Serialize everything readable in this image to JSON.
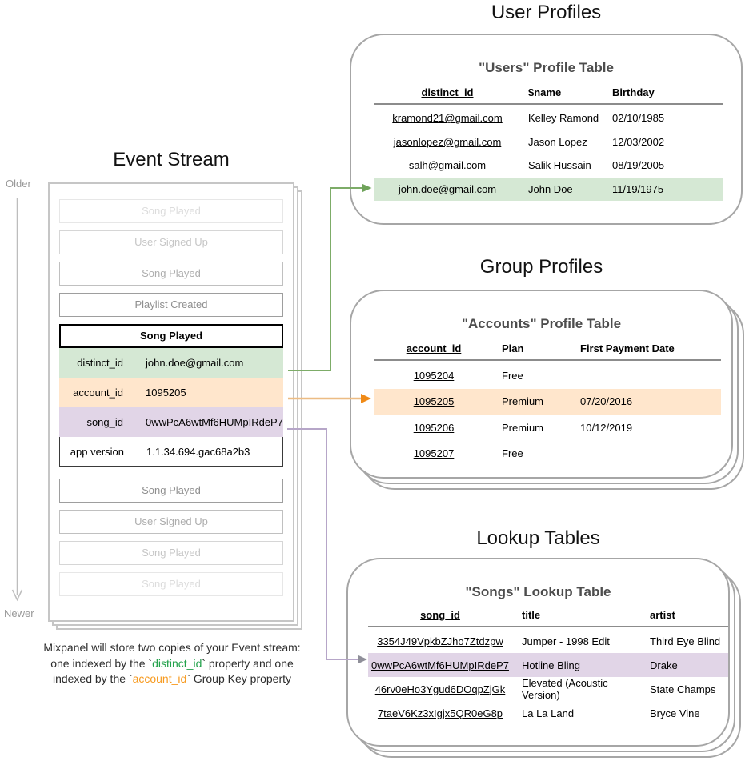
{
  "titles": {
    "event_stream": "Event Stream",
    "user_profiles": "User Profiles",
    "group_profiles": "Group Profiles",
    "lookup_tables": "Lookup Tables"
  },
  "timeline": {
    "older": "Older",
    "newer": "Newer"
  },
  "event_stream": {
    "events_before": [
      "Song Played",
      "User Signed Up",
      "Song Played",
      "Playlist Created"
    ],
    "selected_event": {
      "title": "Song Played",
      "properties": [
        {
          "key": "distinct_id",
          "value": "john.doe@gmail.com",
          "highlight": "green"
        },
        {
          "key": "account_id",
          "value": "1095205",
          "highlight": "orange"
        },
        {
          "key": "song_id",
          "value": "0wwPcA6wtMf6HUMpIRdeP7",
          "highlight": "purple"
        },
        {
          "key": "app version",
          "value": "1.1.34.694.gac68a2b3",
          "highlight": "none"
        }
      ]
    },
    "events_after": [
      "Song Played",
      "User Signed Up",
      "Song Played",
      "Song Played"
    ]
  },
  "user_profiles": {
    "table_title": "\"Users\" Profile Table",
    "columns": [
      "distinct_id",
      "$name",
      "Birthday"
    ],
    "rows": [
      [
        "kramond21@gmail.com",
        "Kelley Ramond",
        "02/10/1985"
      ],
      [
        "jasonlopez@gmail.com",
        "Jason Lopez",
        "12/03/2002"
      ],
      [
        "salh@gmail.com",
        "Salik Hussain",
        "08/19/2005"
      ],
      [
        "john.doe@gmail.com",
        "John Doe",
        "11/19/1975"
      ]
    ],
    "highlighted_row": "john.doe@gmail.com"
  },
  "group_profiles": {
    "table_title": "\"Accounts\" Profile Table",
    "columns": [
      "account_id",
      "Plan",
      "First Payment Date"
    ],
    "rows": [
      [
        "1095204",
        "Free",
        ""
      ],
      [
        "1095205",
        "Premium",
        "07/20/2016"
      ],
      [
        "1095206",
        "Premium",
        "10/12/2019"
      ],
      [
        "1095207",
        "Free",
        ""
      ]
    ],
    "highlighted_row": "1095205"
  },
  "lookup_tables": {
    "table_title": "\"Songs\" Lookup Table",
    "columns": [
      "song_id",
      "title",
      "artist"
    ],
    "rows": [
      [
        "3354J49VpkbZJho7Ztdzpw",
        "Jumper - 1998 Edit",
        "Third Eye Blind"
      ],
      [
        "0wwPcA6wtMf6HUMpIRdeP7",
        "Hotline Bling",
        "Drake"
      ],
      [
        "46rv0eHo3Ygud6DOqpZjGk",
        "Elevated (Acoustic Version)",
        "State Champs"
      ],
      [
        "7taeV6Kz3xIgjx5QR0eG8p",
        "La La Land",
        "Bryce Vine"
      ]
    ],
    "highlighted_row": "0wwPcA6wtMf6HUMpIRdeP7"
  },
  "caption": {
    "line1": "Mixpanel will store two copies of your Event stream:",
    "line2_pre": "one indexed by the `",
    "line2_key": "distinct_id",
    "line2_post": "` property and one",
    "line3_pre": "indexed by the `",
    "line3_key": "account_id",
    "line3_post": "` Group Key property"
  },
  "colors": {
    "green_highlight": "#d5e8d4",
    "orange_highlight": "#ffe6cc",
    "purple_highlight": "#e1d5e7",
    "green_arrow": "#7dac68",
    "orange_arrow_line": "#ecbc84",
    "orange_arrow_head": "#f08a16",
    "purple_arrow_line": "#b6a6c8",
    "purple_arrow_head": "#8f8f99",
    "caption_green": "#21a14a",
    "caption_orange": "#f79a1f"
  }
}
